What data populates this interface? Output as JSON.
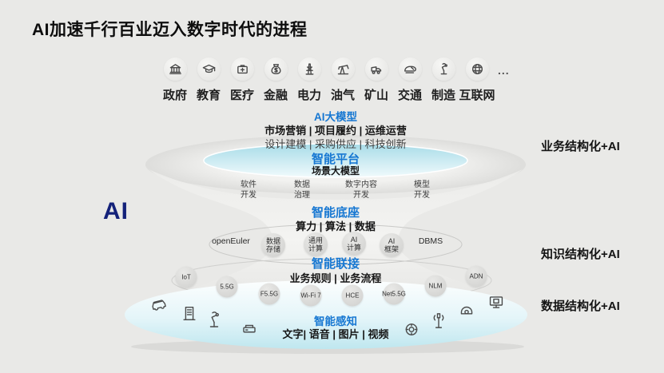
{
  "title": "AI加速千行百业迈入数字时代的进程",
  "side_ai_label": "AI",
  "industries": {
    "more": "...",
    "items": [
      {
        "label": "政府",
        "icon": "government-icon"
      },
      {
        "label": "教育",
        "icon": "education-icon"
      },
      {
        "label": "医疗",
        "icon": "healthcare-icon"
      },
      {
        "label": "金融",
        "icon": "finance-icon"
      },
      {
        "label": "电力",
        "icon": "power-icon"
      },
      {
        "label": "油气",
        "icon": "oil-gas-icon"
      },
      {
        "label": "矿山",
        "icon": "mining-icon"
      },
      {
        "label": "交通",
        "icon": "transport-icon"
      },
      {
        "label": "制造",
        "icon": "manufacturing-icon"
      },
      {
        "label": "互联网",
        "icon": "internet-icon"
      }
    ]
  },
  "stack": {
    "ai_model": {
      "title": "AI大模型",
      "line1": "市场营销 | 项目履约 | 运维运营",
      "line2": "设计建模 | 采购供应 | 科技创新"
    },
    "platform": {
      "title": "智能平台",
      "subtitle": "场景大模型",
      "items": [
        "软件\n开发",
        "数据\n治理",
        "数字内容\n开发",
        "模型\n开发"
      ]
    },
    "foundation": {
      "title": "智能底座",
      "subtitle": "算力 | 算法 | 数据",
      "items": [
        "openEuler",
        "数据\n存储",
        "通用\n计算",
        "AI\n计算",
        "AI\n框架",
        "DBMS"
      ]
    },
    "connection": {
      "title": "智能联接",
      "subtitle": "业务规则 | 业务流程",
      "items": [
        "IoT",
        "5.5G",
        "F5.5G",
        "Wi-Fi 7",
        "HCE",
        "Net5.5G",
        "NLM",
        "ADN"
      ]
    },
    "perception": {
      "title": "智能感知",
      "subtitle": "文字| 语音 | 图片 | 视频",
      "icons": [
        "car-icon",
        "server-rack-icon",
        "robot-arm-icon",
        "scanner-icon",
        "camera-lens-icon",
        "base-station-icon",
        "dome-camera-icon",
        "monitor-icon"
      ]
    }
  },
  "side_labels": [
    "业务结构化+AI",
    "知识结构化+AI",
    "数据结构化+AI"
  ],
  "colors": {
    "accent_blue": "#1677d2",
    "navy_ai": "#14227a",
    "background": "#e9e9e7",
    "top_ellipse": "#a8dce8",
    "bottom_ellipse": "#bfe7ef"
  }
}
